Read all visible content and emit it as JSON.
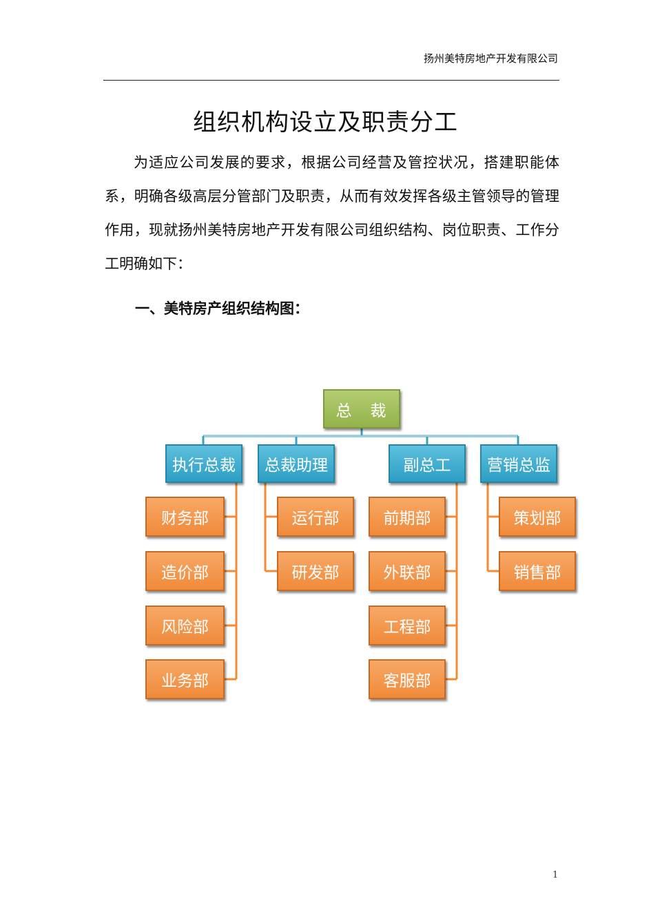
{
  "header": {
    "company": "扬州美特房地产开发有限公司"
  },
  "title": "组织机构设立及职责分工",
  "intro": "为适应公司发展的要求，根据公司经营及管控状况，搭建职能体系，明确各级高层分管部门及职责，从而有效发挥各级主管领导的管理作用，现就扬州美特房地产开发有限公司组织结构、岗位职责、工作分工明确如下：",
  "section1": "一、美特房产组织结构图：",
  "org_chart": {
    "root": "总　裁",
    "executives": [
      {
        "label": "执行总裁",
        "departments": [
          "财务部",
          "造价部",
          "风险部",
          "业务部"
        ]
      },
      {
        "label": "总裁助理",
        "departments": [
          "运行部",
          "研发部"
        ]
      },
      {
        "label": "副总工",
        "departments": [
          "前期部",
          "外联部",
          "工程部",
          "客服部"
        ]
      },
      {
        "label": "营销总监",
        "departments": [
          "策划部",
          "销售部"
        ]
      }
    ],
    "colors": {
      "root": "#9bbb59",
      "executive": "#4bacc6",
      "department": "#f79646",
      "connector_top": "#3aa0c0",
      "connector_dept": "#f58a32"
    }
  },
  "page_number": "1"
}
